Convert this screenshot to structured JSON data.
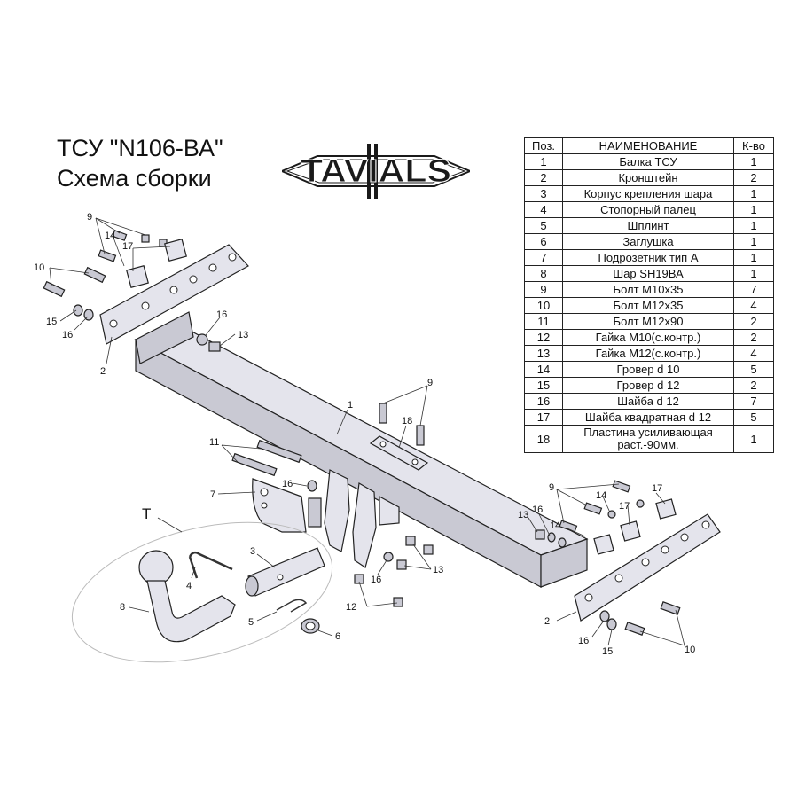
{
  "title": {
    "line1": "ТСУ  \"N106-ВА\"",
    "line2": "Схема сборки"
  },
  "logo": {
    "text": "TAVIALS",
    "color": "#1a1a1a"
  },
  "table": {
    "headers": {
      "pos": "Поз.",
      "name": "НАИМЕНОВАНИЕ",
      "qty": "К-во"
    },
    "rows": [
      {
        "pos": "1",
        "name": "Балка ТСУ",
        "qty": "1"
      },
      {
        "pos": "2",
        "name": "Кронштейн",
        "qty": "2"
      },
      {
        "pos": "3",
        "name": "Корпус крепления шара",
        "qty": "1"
      },
      {
        "pos": "4",
        "name": "Стопорный палец",
        "qty": "1"
      },
      {
        "pos": "5",
        "name": "Шплинт",
        "qty": "1"
      },
      {
        "pos": "6",
        "name": "Заглушка",
        "qty": "1"
      },
      {
        "pos": "7",
        "name": "Подрозетник тип А",
        "qty": "1"
      },
      {
        "pos": "8",
        "name": "Шар SH19ВА",
        "qty": "1"
      },
      {
        "pos": "9",
        "name": "Болт М10х35",
        "qty": "7"
      },
      {
        "pos": "10",
        "name": "Болт М12х35",
        "qty": "4"
      },
      {
        "pos": "11",
        "name": "Болт М12х90",
        "qty": "2"
      },
      {
        "pos": "12",
        "name": "Гайка М10(с.контр.)",
        "qty": "2"
      },
      {
        "pos": "13",
        "name": "Гайка М12(с.контр.)",
        "qty": "4"
      },
      {
        "pos": "14",
        "name": "Гровер d 10",
        "qty": "5"
      },
      {
        "pos": "15",
        "name": "Гровер d 12",
        "qty": "2"
      },
      {
        "pos": "16",
        "name": "Шайба d 12",
        "qty": "7"
      },
      {
        "pos": "17",
        "name": "Шайба квадратная d 12",
        "qty": "5"
      },
      {
        "pos": "18",
        "name": "Пластина усиливающая",
        "name2": "раст.-90мм.",
        "qty": "1"
      }
    ]
  },
  "callouts": {
    "n1": "1",
    "n2": "2",
    "n3": "3",
    "n4": "4",
    "n5": "5",
    "n6": "6",
    "n7": "7",
    "n8": "8",
    "n9": "9",
    "n10": "10",
    "n11": "11",
    "n12": "12",
    "n13": "13",
    "n14": "14",
    "n15": "15",
    "n16": "16",
    "n17": "17",
    "n18": "18",
    "T": "T"
  }
}
